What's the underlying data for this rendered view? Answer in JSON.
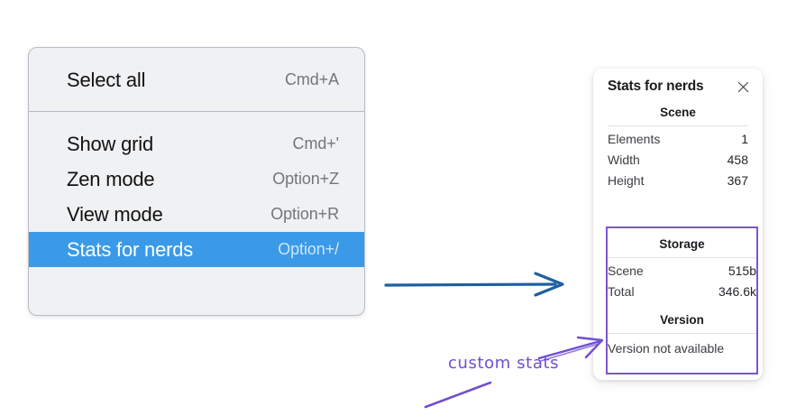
{
  "context_menu": {
    "groups": [
      {
        "name": "group-top",
        "items": [
          {
            "label": "Select all",
            "shortcut": "Cmd+A",
            "selected": false
          }
        ]
      },
      {
        "name": "group-bottom",
        "items": [
          {
            "label": "Show grid",
            "shortcut": "Cmd+'",
            "selected": false
          },
          {
            "label": "Zen mode",
            "shortcut": "Option+Z",
            "selected": false
          },
          {
            "label": "View mode",
            "shortcut": "Option+R",
            "selected": false
          },
          {
            "label": "Stats for nerds",
            "shortcut": "Option+/",
            "selected": true
          }
        ]
      }
    ],
    "selected_background": "#3b9ae8"
  },
  "stats_panel": {
    "title": "Stats for nerds",
    "close_icon": "close-icon",
    "sections": [
      {
        "heading": "Scene",
        "rows": [
          {
            "label": "Elements",
            "value": "1"
          },
          {
            "label": "Width",
            "value": "458"
          },
          {
            "label": "Height",
            "value": "367"
          }
        ]
      },
      {
        "heading": "Storage",
        "rows": [
          {
            "label": "Scene",
            "value": "515b"
          },
          {
            "label": "Total",
            "value": "346.6k"
          }
        ]
      },
      {
        "heading": "Version",
        "note": "Version not available",
        "rows": []
      }
    ]
  },
  "annotations": {
    "custom_stats_label": "custom stats",
    "highlight_color": "#7b55d6",
    "arrow_color": "#6f4fd1",
    "flow_arrow_color": "#1f5fa0"
  }
}
